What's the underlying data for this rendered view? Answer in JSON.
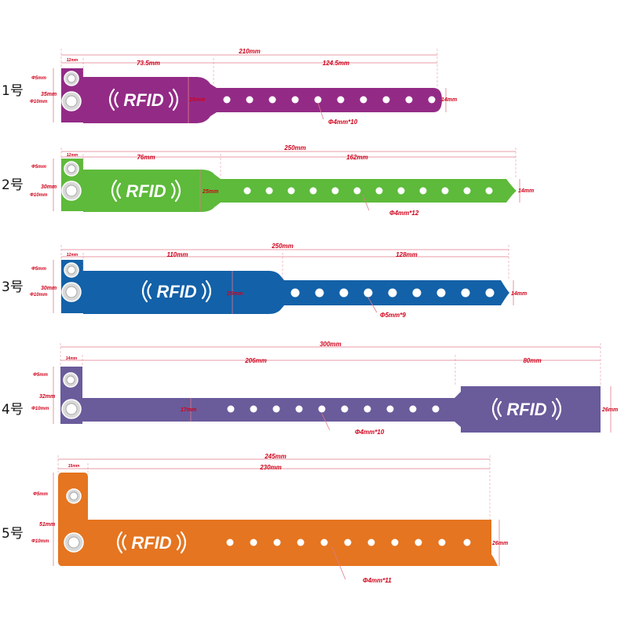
{
  "colors": {
    "band1": "#932b86",
    "band2": "#5dba3a",
    "band3": "#1361a8",
    "band4": "#6a5b9b",
    "band5": "#e57520",
    "dimension": "#d0021b",
    "guide": "#e07a8a"
  },
  "logo_text": "RFID",
  "bands": [
    {
      "index_label": "1号",
      "total": "210mm",
      "tab_width": "12mm",
      "segment_a": "73.5mm",
      "segment_b": "124.5mm",
      "snap_small": "Φ5mm",
      "snap_large": "Φ10mm",
      "tab_height": "35mm",
      "body_height": "25mm",
      "strap_height": "14mm",
      "holes_label": "Φ4mm*10"
    },
    {
      "index_label": "2号",
      "total": "250mm",
      "tab_width": "12mm",
      "segment_a": "76mm",
      "segment_b": "162mm",
      "snap_small": "Φ5mm",
      "snap_large": "Φ10mm",
      "tab_height": "30mm",
      "body_height": "25mm",
      "strap_height": "14mm",
      "holes_label": "Φ4mm*12"
    },
    {
      "index_label": "3号",
      "total": "250mm",
      "tab_width": "12mm",
      "segment_a": "110mm",
      "segment_b": "128mm",
      "snap_small": "Φ5mm",
      "snap_large": "Φ10mm",
      "tab_height": "30mm",
      "body_height": "25mm",
      "strap_height": "14mm",
      "holes_label": "Φ5mm*9"
    },
    {
      "index_label": "4号",
      "total": "300mm",
      "tab_width": "14mm",
      "segment_a": "206mm",
      "segment_b": "80mm",
      "snap_small": "Φ5mm",
      "snap_large": "Φ10mm",
      "tab_height": "32mm",
      "body_height": "17mm",
      "strap_height": "26mm",
      "holes_label": "Φ4mm*10"
    },
    {
      "index_label": "5号",
      "total": "245mm",
      "tab_width": "15mm",
      "segment_a": "230mm",
      "snap_small": "Φ5mm",
      "snap_large": "Φ10mm",
      "tab_height": "51mm",
      "strap_height": "26mm",
      "holes_label": "Φ4mm*11"
    }
  ]
}
